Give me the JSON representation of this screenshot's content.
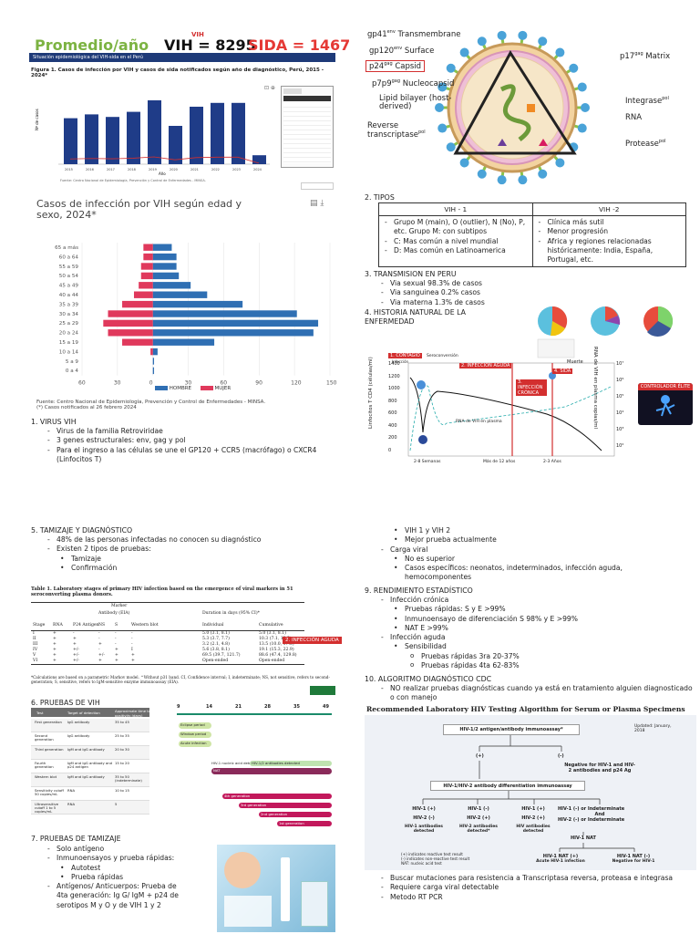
{
  "header": {
    "promedio": "Promedio/año",
    "vih_tag": "VIH",
    "vih_count": "VIH = 8295",
    "sida_count": "SIDA = 1467"
  },
  "fig1": {
    "band": "Situación epidemiológica del VIH-sida en el Perú",
    "title": "Figura 1. Casos de infección por VIH y casos de sida notificados según año de diagnóstico, Perú, 2015 - 2024*",
    "ylabel": "Nº de casos",
    "xlabel": "Año",
    "years": [
      "2015",
      "2016",
      "2017",
      "2018",
      "2019",
      "2020",
      "2021",
      "2022",
      "2023",
      "2024"
    ],
    "note": "Fuente: Centro Nacional de Epidemiología, Prevención y Control de Enfermedades - MINSA."
  },
  "chart_data": {
    "type": "bar",
    "title": "Casos de infección por VIH según edad y sexo, 2024*",
    "categories": [
      "65 a más",
      "60 a 64",
      "55 a 59",
      "50 a 54",
      "45 a 49",
      "40 a 44",
      "35 a 39",
      "30 a 34",
      "25 a 29",
      "20 a 24",
      "15 a 19",
      "10 a 14",
      "5 a 9",
      "0 a 4"
    ],
    "series": [
      {
        "name": "HOMBRE",
        "values": [
          16,
          20,
          20,
          22,
          32,
          46,
          76,
          122,
          140,
          136,
          52,
          4,
          1,
          1
        ],
        "color": "#2f6fb3"
      },
      {
        "name": "MUJER",
        "values": [
          8,
          8,
          10,
          10,
          12,
          16,
          26,
          38,
          42,
          38,
          26,
          2,
          0,
          0
        ],
        "color": "#e0395c"
      }
    ],
    "xticks": [
      "60",
      "30",
      "0",
      "30",
      "60",
      "90",
      "120",
      "150"
    ],
    "xlim": [
      -60,
      150
    ],
    "legend": "bottom",
    "source": "Fuente: Centro Nacional de Epidemiología, Prevención y Control de Enfermedades - MINSA.",
    "footnote": "(*) Casos notificados al 26 febrero 2024"
  },
  "virion": {
    "gp41": "gp41",
    "gp41_sup": "env",
    "gp41_text": " Transmembrane",
    "gp120": "gp120",
    "gp120_sup": "env",
    "gp120_text": " Surface",
    "p24": "p24",
    "p24_sup": "gag",
    "p24_text": " Capsid",
    "p7p9": "p7p9",
    "p7p9_sup": "gag",
    "p7p9_text": " Nucleocapsid",
    "lipid": "Lipid bilayer (host-derived)",
    "rt": "Reverse transcriptase",
    "rt_sup": "pol",
    "p17": "p17",
    "p17_sup": "gag",
    "p17_text": " Matrix",
    "integrase": "Integrase",
    "integrase_sup": "pol",
    "rna": "RNA",
    "protease": "Protease",
    "protease_sup": "pol"
  },
  "tipos": {
    "heading": "2.   TIPOS",
    "vih1_head": "VIH - 1",
    "vih2_head": "VIH -2",
    "vih1_items": [
      "Grupo M (main), O (outlier), N (No), P, etc. Grupo M: con subtipos",
      "C: Mas común a nivel mundial",
      "D: Mas común en Latinoamerica"
    ],
    "vih2_items": [
      "Clínica más sutil",
      "Menor progresión",
      "Africa y regiones relacionadas históricamente: India, España, Portugal, etc."
    ]
  },
  "transmision": {
    "heading": "3.   TRANSMISION EN PERU",
    "items": [
      "Via sexual 98.3% de casos",
      "Via sanguinea 0.2% casos",
      "Via materna 1.3% de casos"
    ]
  },
  "historia": {
    "heading": "4.   HISTORIA NATURAL DE LA ENFERMEDAD",
    "ylabel_left": "Linfocitos T CD4 (células/ml)",
    "ylabel_right": "RNA de VIH en plasma copias/ml",
    "yticks_left": [
      "1400",
      "1200",
      "1000",
      "800",
      "600",
      "400",
      "200",
      "0"
    ],
    "yticks_right": [
      "10⁷",
      "10⁶",
      "10⁵",
      "10⁴",
      "10³",
      "10²"
    ],
    "tag1": "1. CONTAGIO",
    "tag2": "2. INFECCIÓN AGUDA",
    "tag3": "3. INFECCIÓN CRÓNICA",
    "tag4": "4. SIDA",
    "seroconv": "Seroconversión",
    "infeccion": "Infección",
    "muerte": "Muerte",
    "xlabels": [
      "2-8 Semanas",
      "Más de 12 años",
      "2-3 Años"
    ],
    "rna_label": "RNA de VIH en plasma",
    "elite": "CONTROLADOR ÉLITE"
  },
  "virus": {
    "heading": "1.   VIRUS VIH",
    "items": [
      "Virus de la familia Retroviridae",
      "3 genes estructurales: env, gag y pol",
      "Para el ingreso a las células se une el GP120 + CCR5 (macrófago) o CXCR4 (Linfocitos T)"
    ]
  },
  "tamizaje": {
    "heading": "5.   TAMIZAJE Y DIAGNÓSTICO",
    "items": [
      "48% de las personas infectadas no conocen su diagnóstico",
      "Existen 2 tipos de pruebas:"
    ],
    "subitems": [
      "Tamizaje",
      "Confirmación"
    ]
  },
  "table1": {
    "title": "Table 1.  Laboratory stages of primary HIV infection based on the emergence of viral markers in 51 seroconverting plasma donors.",
    "marker": "Marker",
    "antibody": "Antibody (EIA)",
    "duration": "Duration in days (95% CI)*",
    "cols": [
      "Stage",
      "RNA",
      "P24 Antigen",
      "NS",
      "S",
      "Western blot",
      "Individual",
      "Cumulative"
    ],
    "rows": [
      [
        "I",
        "+",
        "-",
        "-",
        "-",
        "-",
        "5.0 (3.1, 8.1)",
        "5.0 (3.1, 8.1)"
      ],
      [
        "II",
        "+",
        "+",
        "-",
        "-",
        "-",
        "5.3 (3.7, 7.7)",
        "10.3 (7.1, 13.5)"
      ],
      [
        "III",
        "+",
        "+",
        "+",
        "-",
        "-",
        "3.2 (2.1, 4.8)",
        "13.5 (10.0, 17.0)"
      ],
      [
        "IV",
        "+",
        "+/-",
        "-",
        "+",
        "I",
        "5.6 (3.8, 8.1)",
        "19.1 (15.3, 22.9)"
      ],
      [
        "V",
        "+",
        "+/-",
        "+/-",
        "+",
        "+",
        "69.5 (39.7, 121.7)",
        "88.6 (47.4, 129.8)"
      ],
      [
        "VI",
        "+",
        "+/-",
        "+",
        "+",
        "+",
        "Open-ended",
        "Open-ended"
      ]
    ],
    "tag": "2. INFECCIÓN AGUDA",
    "footnote": "*Calculations are based on a parametric Markov model. ^Without p31 band. CI, Confidence interval; I, indeterminate; NS, not sensitive, refers to second-generation; S, sensitive, refers to IgM-sensitive enzyme immunoassay (EIA)."
  },
  "pruebas": {
    "heading": "6.   PRUEBAS DE VIH",
    "head_test": "Test",
    "head_target": "Target of detection",
    "head_time": "Approximate time to positivity (days)",
    "timeline": [
      "9",
      "14",
      "21",
      "28",
      "35",
      "49"
    ],
    "rows": [
      {
        "test": "First generation",
        "target": "IgG antibody",
        "time": "35 to 45"
      },
      {
        "test": "Second generation",
        "target": "IgG antibody",
        "time": "25 to 35"
      },
      {
        "test": "Third generation",
        "target": "IgM and IgG antibody",
        "time": "20 to 30"
      },
      {
        "test": "Fourth generation",
        "target": "IgM and IgG antibody and p24 antigen",
        "time": "15 to 20"
      },
      {
        "test": "Western blot",
        "target": "IgM and IgG antibody",
        "time": "35 to 50 (indeterminate)"
      },
      {
        "test": "Sensitivity cutoff 50 copies/mL",
        "target": "RNA",
        "time": "10 to 15"
      },
      {
        "test": "Ultrasensitive cutoff 1 to 5 copies/mL",
        "target": "RNA",
        "time": "5"
      }
    ],
    "eclipse": "Eclipse period",
    "window": "Window period",
    "acute": "Acute infection",
    "nat": "NAT",
    "nat_label": "HIV-1 nucleic acid detected",
    "ab_label": "HIV-1/2 antibodies detected",
    "gen4": "4th generation",
    "gen3": "3rd generation",
    "gen2": "2nd generation",
    "gen1": "1st generation"
  },
  "pruebas_tamizaje": {
    "heading": "7.   PRUEBAS DE TAMIZAJE",
    "items_a": [
      "Solo antígeno",
      "Inmunoensayos y prueba rápidas:"
    ],
    "sub_a": [
      "Autotest",
      "Prueba rápidas"
    ],
    "item_b": "Antígenos/ Anticuerpos: Prueba de 4ta generación: Ig G/ IgM + p24 de serotipos M y O y de VIH 1 y 2"
  },
  "right_col": {
    "items_top": [
      "VIH 1 y VIH 2",
      "Mejor prueba actualmente"
    ],
    "carga": "Carga viral",
    "carga_sub": [
      "No es superior",
      "Casos específicos: neonatos, indeterminados, infección aguda, hemocomponentes"
    ],
    "rend_heading": "9.   RENDIMIENTO ESTADÍSTICO",
    "cronica": "Infección crónica",
    "cronica_sub": [
      "Pruebas rápidas: S y E >99%",
      "Inmunoensayo de diferenciación S 98% y E >99%",
      "NAT E >99%"
    ],
    "aguda": "Infección aguda",
    "sensibilidad": "Sensibilidad",
    "sens_sub": [
      "Pruebas rápidas 3ra 20-37%",
      "Pruebas rápidas 4ta 62-83%"
    ],
    "algo_heading": "10.  ALGORITMO DIAGNÓSTICO CDC",
    "algo_item": "NO realizar pruebas diagnósticas cuando ya está en tratamiento alguien diagnosticado o con manejo",
    "bottom_items": [
      "Buscar mutaciones para resistencia a Transcriptasa reversa, proteasa e integrasa",
      "Requiere carga viral detectable",
      "Metodo RT PCR"
    ]
  },
  "algorithm": {
    "title": "Recommended Laboratory HIV Testing Algorithm for Serum or Plasma Specimens",
    "box1": "HIV-1/2 antigen/antibody immunoassay*",
    "updated": "Updated: January, 2018",
    "pos": "(+)",
    "neg": "(-)",
    "neg_text": "Negative for HIV-1 and HIV-2 antibodies and p24 Ag",
    "box2": "HIV-1/HIV-2 antibody differentiation immunoassay",
    "c1a": "HIV-1 (+)",
    "c1b": "HIV-2 (-)",
    "c1c": "HIV-1 antibodies detected",
    "c2a": "HIV-1 (-)",
    "c2b": "HIV-2 (+)",
    "c2c": "HIV-2 antibodies detected*",
    "c3a": "HIV-1 (+)",
    "c3b": "HIV-2 (+)",
    "c3c": "HIV antibodies detected",
    "c4a": "HIV-1 (-) or Indeterminate",
    "c4b": "And",
    "c4c": "HIV-2 (-) or Indeterminate",
    "nat": "HIV-1 NAT",
    "nat_pos": "HIV-1 NAT (+)",
    "nat_pos_text": "Acute HIV-1 infection",
    "nat_neg": "HIV-1 NAT (-)",
    "nat_neg_text": "Negative for HIV-1",
    "legend": [
      "(+) indicates reactive test result",
      "(-) indicates non-reactive test result",
      "NAT: nucleic acid test"
    ]
  }
}
